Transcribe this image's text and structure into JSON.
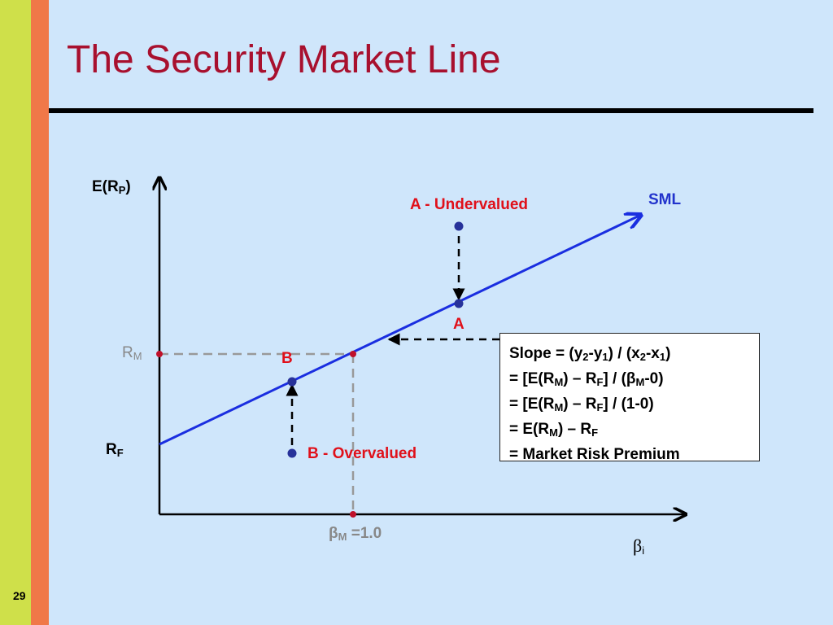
{
  "slide": {
    "title": "The Security Market Line",
    "page_number": "29"
  },
  "colors": {
    "title": "#a8102e",
    "sml_line": "#1a2ee0",
    "label_red": "#e0101a",
    "label_blue": "#2233cc",
    "guide_grey": "#888888",
    "point_navy": "#27329a",
    "marker_red": "#c0102a"
  },
  "diagram": {
    "y_axis": {
      "base": "E(R",
      "sub": "P",
      "close": ")"
    },
    "x_axis": {
      "symbol": "β",
      "sub": "i"
    },
    "rm_label": {
      "base": "R",
      "sub": "M"
    },
    "rf_label": {
      "base": "R",
      "sub": "F"
    },
    "beta_m_label": {
      "symbol": "β",
      "sub": "M",
      "rest": " =1.0"
    },
    "sml_label": "SML",
    "a_label": "A",
    "a_undervalued_label": "A - Undervalued",
    "b_label": "B",
    "b_overvalued_label": "B - Overvalued"
  },
  "slope_box": {
    "line1": {
      "a": "Slope = (y",
      "a_sub": "2",
      "b": "-y",
      "b_sub": "1",
      "c": ") / (x",
      "c_sub": "2",
      "d": "-x",
      "d_sub": "1",
      "e": ")"
    },
    "line2": {
      "a": "= [E(R",
      "a_sub": "M",
      "b": ") – R",
      "b_sub": "F",
      "c": "] / (β",
      "c_sub": "M",
      "d": "-0)"
    },
    "line3": {
      "a": "= [E(R",
      "a_sub": "M",
      "b": ") – R",
      "b_sub": "F",
      "c": "] / (1-0)"
    },
    "line4": {
      "a": "= E(R",
      "a_sub": "M",
      "b": ") – R",
      "b_sub": "F"
    },
    "line5": "= Market Risk Premium"
  }
}
